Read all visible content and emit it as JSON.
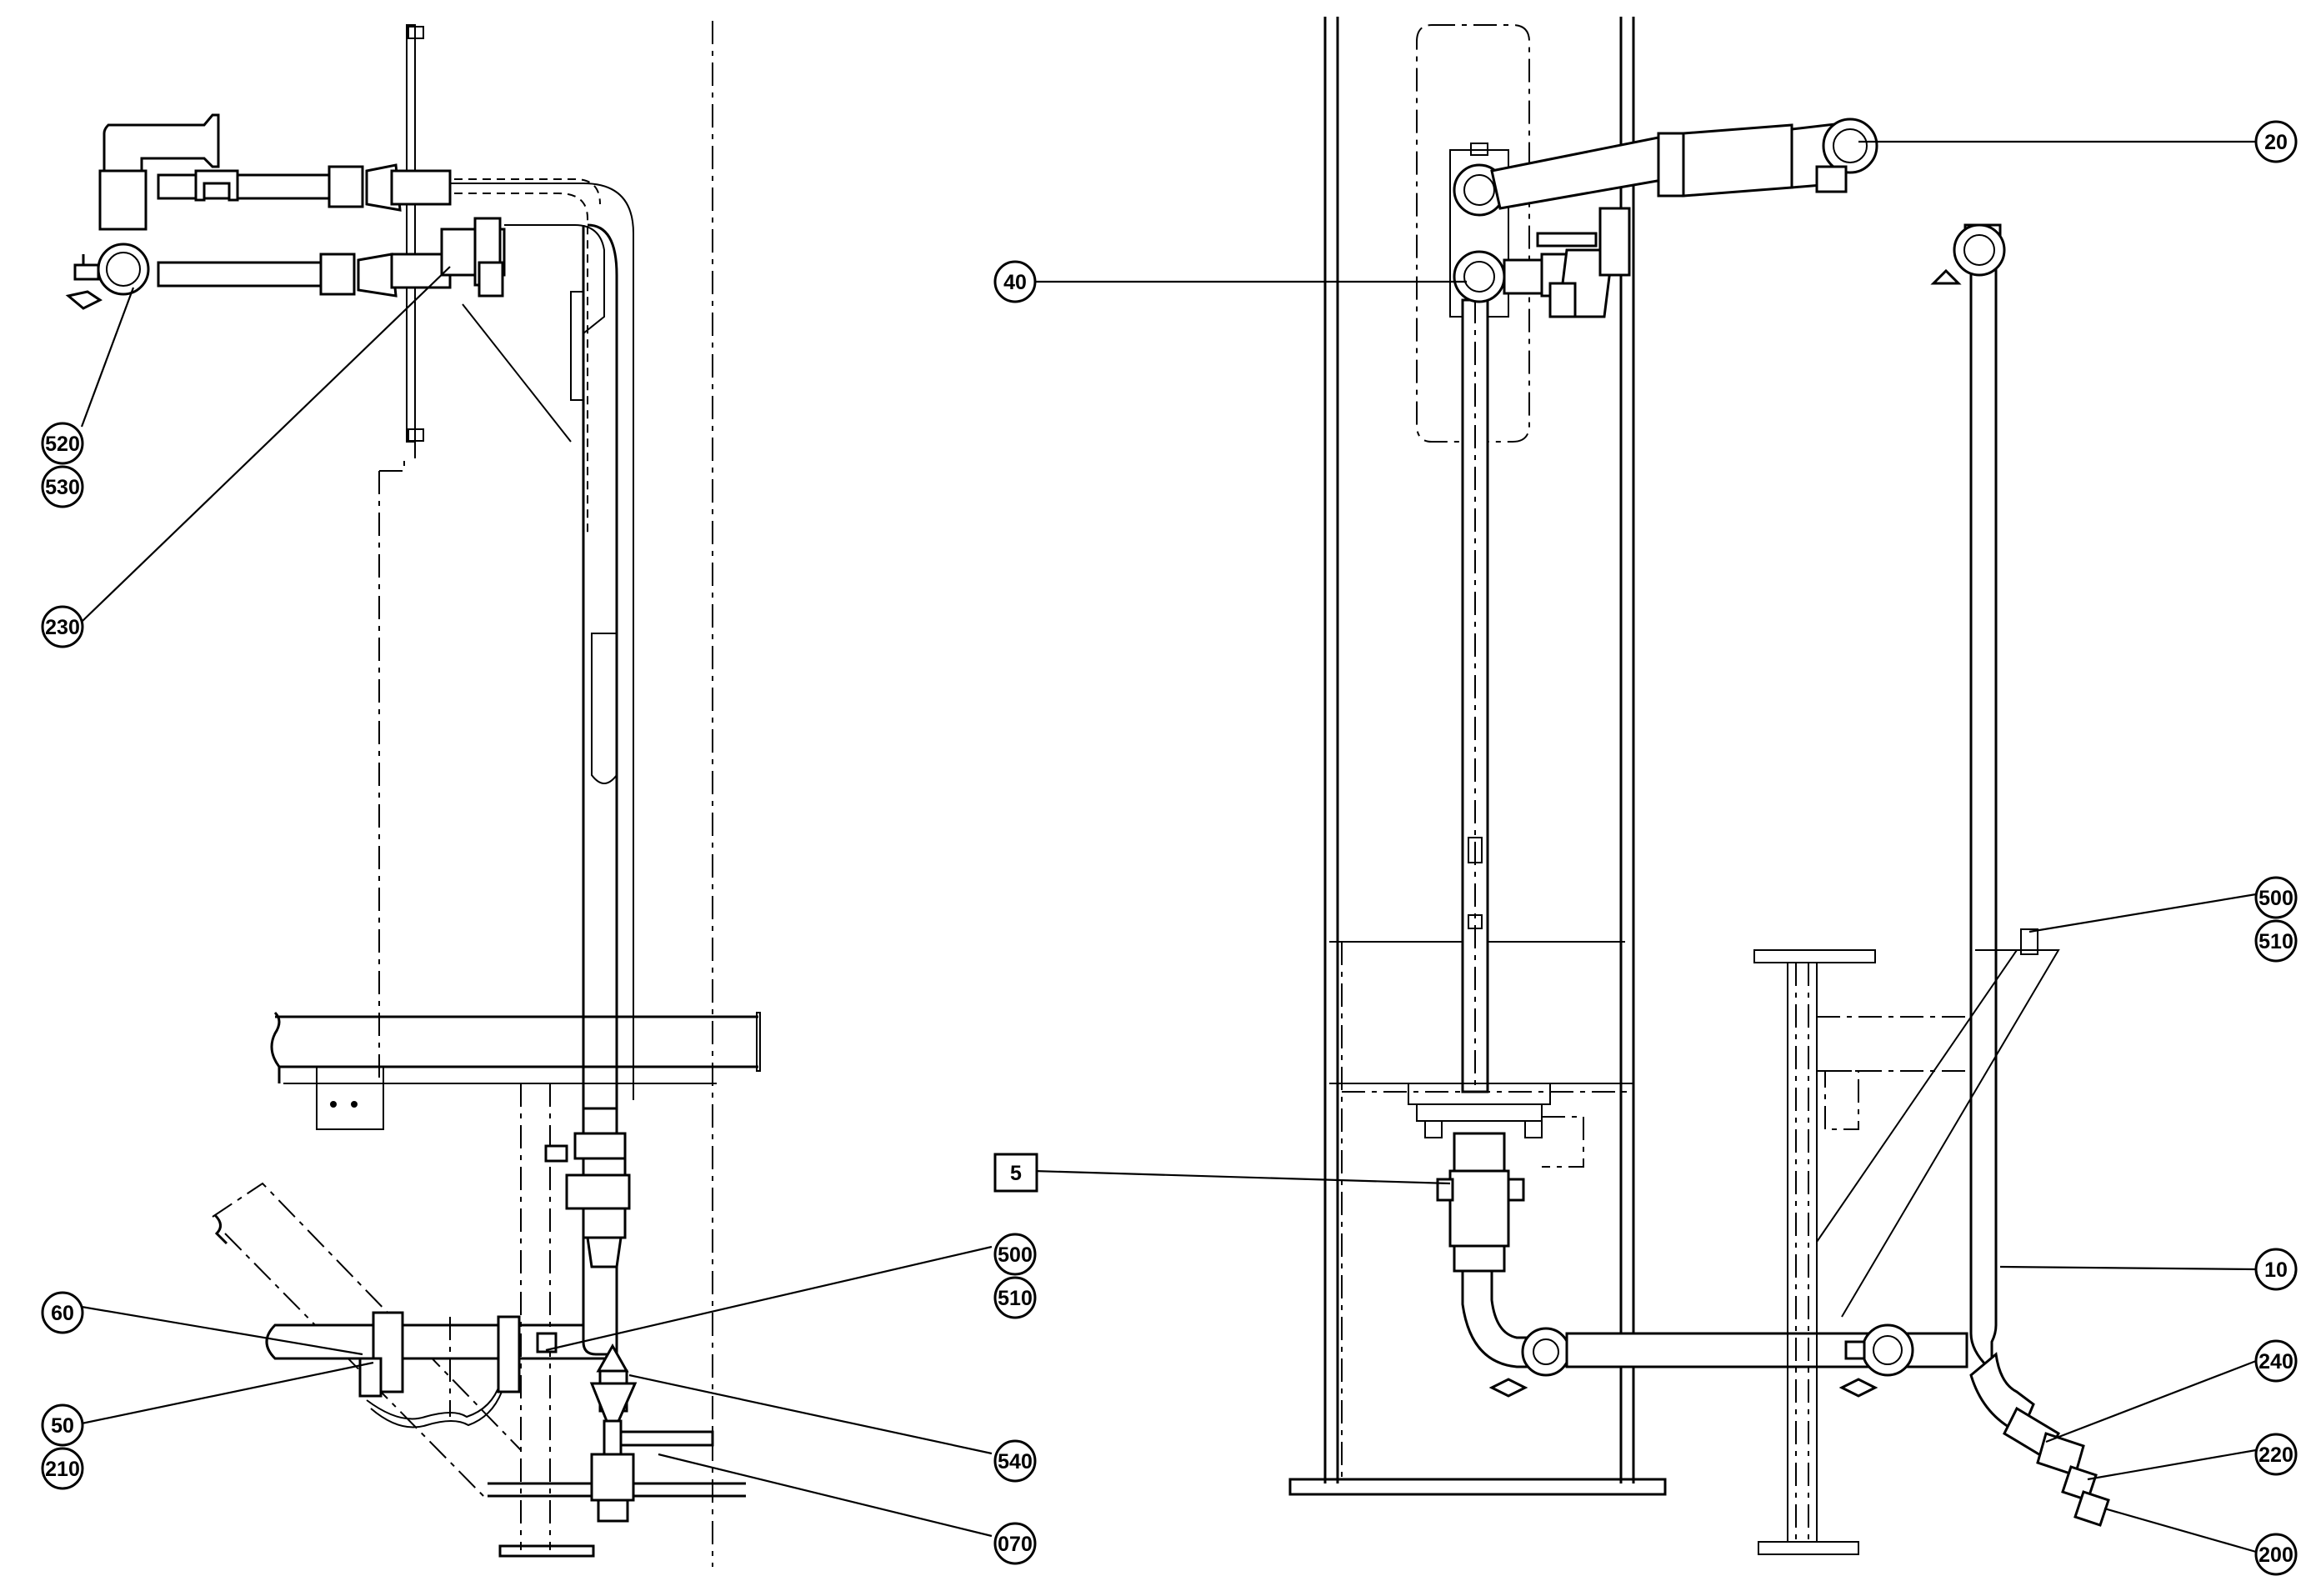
{
  "callouts": {
    "c520": "520",
    "c530": "530",
    "c230": "230",
    "c60": "60",
    "c50": "50",
    "c210": "210",
    "c500_left": "500",
    "c510_left": "510",
    "c540": "540",
    "c070": "070",
    "c40": "40",
    "c20": "20",
    "c5": "5",
    "c500_right": "500",
    "c510_right": "510",
    "c10": "10",
    "c240": "240",
    "c220": "220",
    "c200": "200"
  }
}
